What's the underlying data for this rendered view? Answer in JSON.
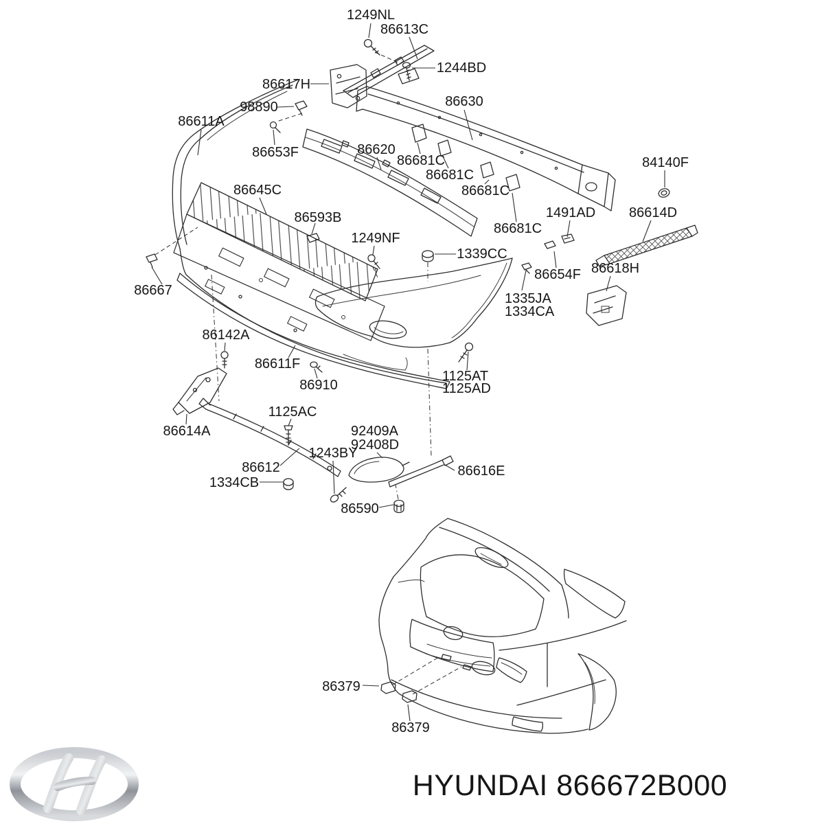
{
  "document": {
    "type": "parts-catalog-exploded-diagram",
    "footer": {
      "text": "HYUNDAI 866672B000"
    },
    "brand": {
      "logo_icon": "hyundai-logo"
    },
    "line_color": "#2d2d2d",
    "background_color": "#ffffff"
  },
  "diagram": {
    "labels": [
      "1249NL",
      "86613C",
      "1244BD",
      "86617H",
      "86630",
      "98890",
      "86611A",
      "86653F",
      "86620",
      "86681C",
      "86681C",
      "86681C",
      "86681C",
      "1491AD",
      "84140F",
      "86614D",
      "1339CC",
      "86654F",
      "86618H",
      "1249NF",
      "86667",
      "1335JA",
      "1334CA",
      "86142A",
      "86611F",
      "86910",
      "1125AT",
      "1125AD",
      "86614A",
      "1125AC",
      "92409A",
      "92408D",
      "1243BY",
      "86612",
      "1334CB",
      "86590",
      "86616E",
      "86379",
      "86379",
      "86645C",
      "86593B"
    ]
  }
}
